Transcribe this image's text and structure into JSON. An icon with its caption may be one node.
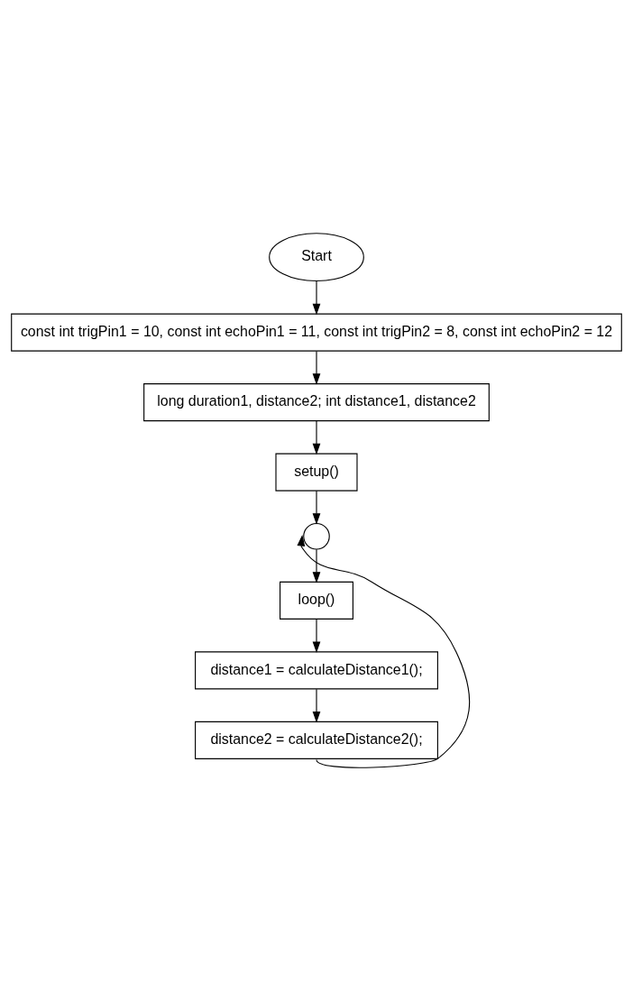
{
  "diagram": {
    "nodes": [
      {
        "text": [
          "Start"
        ]
      },
      {
        "text": [
          "const int trigPin1 = 10, const int echoPin1 = 11, const int trigPin2 = 8, const int echoPin2 = 12"
        ]
      },
      {
        "text": [
          "long duration1, distance2; int distance1, distance2"
        ]
      },
      {
        "text": [
          "setup()"
        ]
      },
      {
        "text": [],
        "shape": "circle"
      },
      {
        "text": [
          "loop()"
        ]
      },
      {
        "text": [
          "distance1 = calculateDistance1();"
        ]
      },
      {
        "text": [
          "distance2 = calculateDistance2();"
        ]
      }
    ],
    "edges": [
      {
        "from": 0,
        "to": 1,
        "arrow": "to"
      },
      {
        "from": 1,
        "to": 2,
        "arrow": "to"
      },
      {
        "from": 2,
        "to": 3,
        "arrow": "to"
      },
      {
        "from": 3,
        "to": 4,
        "arrow": "to"
      },
      {
        "from": 4,
        "to": 5,
        "arrow": "to"
      },
      {
        "from": 5,
        "to": 6,
        "arrow": "to"
      },
      {
        "from": 6,
        "to": 7,
        "arrow": "to"
      },
      {
        "from": 7,
        "to": 4,
        "arrow": "to"
      }
    ]
  }
}
